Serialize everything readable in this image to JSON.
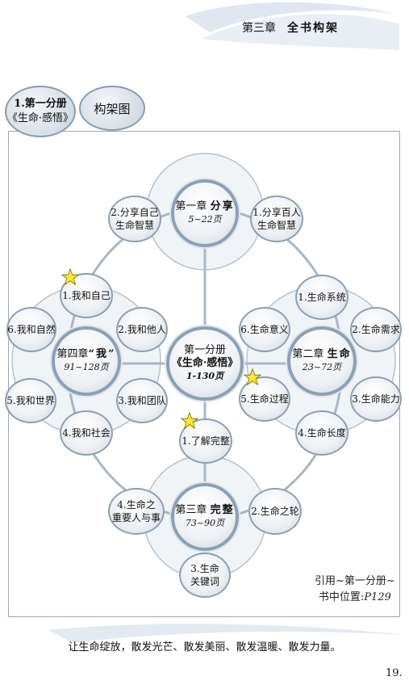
{
  "header": {
    "chapter": "第三章",
    "title": "全书构架"
  },
  "tags": {
    "tag1_line1": "1.第一分册",
    "tag1_line2": "《生命·感悟》",
    "tag2": "构架图"
  },
  "center": {
    "line1": "第一分册",
    "line2": "《生命·感悟》",
    "line3": "1-130页"
  },
  "hubs": {
    "top": {
      "label": "第一章",
      "title": "分享",
      "pages": "5~22页"
    },
    "right": {
      "label": "第二章",
      "title": "生命",
      "pages": "23~72页"
    },
    "bottom": {
      "label": "第三章",
      "title": "完整",
      "pages": "73~90页"
    },
    "left": {
      "label": "第四章",
      "title": "“我”",
      "pages": "91~128页"
    }
  },
  "nodes": {
    "top_l1": "2.分享自己",
    "top_l2": "生命智慧",
    "top_r1": "1.分享百人",
    "top_r2": "生命智慧",
    "me_self": "1.我和自己",
    "me_others": "2.我和他人",
    "me_team": "3.我和团队",
    "me_society": "4.我和社会",
    "me_world": "5.我和世界",
    "me_nature": "6.我和自然",
    "life_system": "1.生命系统",
    "life_need": "2.生命需求",
    "life_ability": "3.生命能力",
    "life_length": "4.生命长度",
    "life_process": "5.生命过程",
    "life_meaning": "6.生命意义",
    "whole_understand": "1.了解完整",
    "whole_wheel": "2.生命之轮",
    "whole_key1": "3.生命",
    "whole_key2": "关键词",
    "whole_people1": "4.生命之",
    "whole_people2": "重要人与事"
  },
  "citation": {
    "line1": "引用~第一分册~",
    "line2_prefix": "书中位置:",
    "line2_page": "P129"
  },
  "footer": {
    "slogan": "让生命绽放，散发光芒、散发美丽、散发温暖、散发力量。",
    "page_number": "19."
  },
  "colors": {
    "node_border": "#8e9fb2",
    "line": "#a9b6c4",
    "star": "#ffe83a"
  }
}
